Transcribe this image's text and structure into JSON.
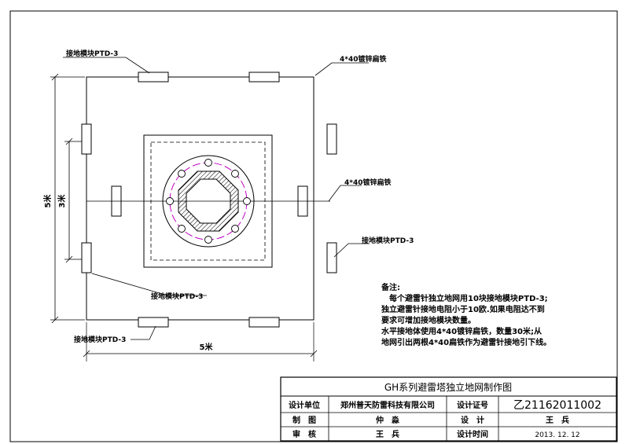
{
  "labels": {
    "module_top_left": "接地模块PTD-3",
    "flat_iron_top": "4*40镀锌扁铁",
    "flat_iron_mid": "4*40镀锌扁铁",
    "module_right": "接地模块PTD-3",
    "module_left_low": "接地模块PTD-3",
    "module_bottom_left": "接地模块PTD-3",
    "dim_5m_vertical": "5米",
    "dim_3m_vertical": "3米",
    "dim_5m_horizontal": "5米"
  },
  "notes": {
    "title": "备注:",
    "lines": [
      "　每个避雷针独立地网用10块接地模块PTD-3;",
      "独立避雷针接地电阻小于10欧.如果电阻达不到",
      "要求可增加接地模块数量。",
      "水平接地体使用4*40镀锌扁铁，数量30米;从",
      "地网引出两根4*40扁铁作为避雷针接地引下线。"
    ]
  },
  "title_block": {
    "title": "GH系列避雷塔独立地网制作图",
    "design_unit_label": "设计单位",
    "design_unit_value": "郑州普天防雷科技有限公司",
    "cert_label": "设计证号",
    "cert_value": "乙21162011002",
    "drawing_label": "制　图",
    "drawing_value": "仲　淼",
    "design_label": "设　计",
    "design_value": "王　兵",
    "review_label": "审　核",
    "review_value": "王　兵",
    "design_time_label": "设计时间",
    "design_time_value": "2013. 12. 12"
  }
}
